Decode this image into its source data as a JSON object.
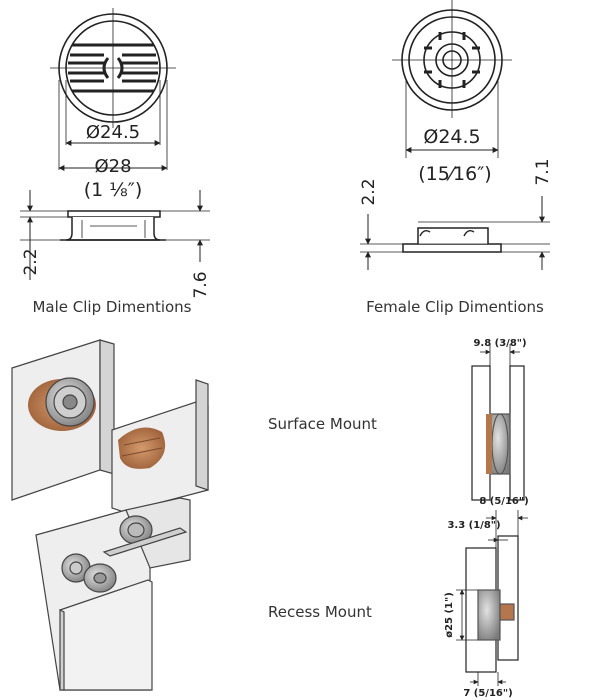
{
  "male": {
    "inner_dia": "Ø24.5",
    "outer_dia": "Ø28",
    "outer_dia_inch": "(1 ⅛″)",
    "height": "7.6",
    "flange": "2.2",
    "caption": "Male Clip Dimentions"
  },
  "female": {
    "dia": "Ø24.5",
    "dia_inch": "(15⁄16″)",
    "height": "7.1",
    "flange": "2.2",
    "caption": "Female Clip Dimentions"
  },
  "surface": {
    "label": "Surface Mount",
    "gap": "9.8 (3/8\")"
  },
  "recess": {
    "label": "Recess Mount",
    "width": "8 (5/16\")",
    "depth": "3.3 (1/8\")",
    "dia": "ø25 (1\")",
    "bottom": "7 (5/16\")"
  },
  "colors": {
    "line": "#222222",
    "panel": "#eeeeee",
    "wood": "#b4774d",
    "metal": "#9a9a9a"
  }
}
